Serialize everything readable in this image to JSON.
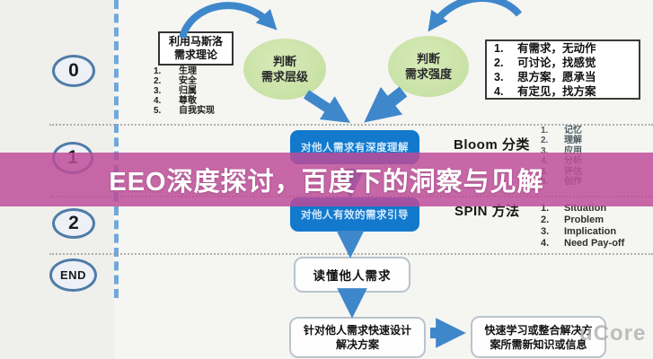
{
  "banner": {
    "title": "EEO深度探讨，百度下的洞察与见解"
  },
  "phases": {
    "p0": "0",
    "p1": "1",
    "p2": "2",
    "end": "END"
  },
  "maslow": {
    "title_line1": "利用马斯洛",
    "title_line2": "需求理论",
    "items": [
      "生理",
      "安全",
      "归属",
      "尊敬",
      "自我实现"
    ]
  },
  "judge_level": {
    "line1": "判断",
    "line2": "需求层级"
  },
  "judge_strength": {
    "line1": "判断",
    "line2": "需求强度"
  },
  "strength_levels": [
    "有需求，无动作",
    "可讨论，找感觉",
    "思方案，愿承当",
    "有定见，找方案"
  ],
  "flow": {
    "deep_understanding": "对他人需求有深度理解",
    "effective_guidance": "对他人有效的需求引导",
    "read_needs": "读懂他人需求",
    "design_solution_line1": "针对他人需求快速设计",
    "design_solution_line2": "解决方案",
    "learn_line1": "快速学习或整合解决方",
    "learn_line2": "案所需新知识或信息"
  },
  "bloom": {
    "label": "Bloom 分类",
    "items": [
      "记忆",
      "理解",
      "应用",
      "分析",
      "评估",
      "创作"
    ]
  },
  "spin": {
    "label": "SPIN 方法",
    "items": [
      "Situation",
      "Problem",
      "Implication",
      "Need Pay-off"
    ]
  },
  "watermark": "uCore",
  "colors": {
    "banner": "#be4b98",
    "arrow": "#3f87cb",
    "ellipse_green": "#c9e3a6",
    "blue_box": "#1379cd",
    "phase_border": "#4e7ca8",
    "dash_line": "#5b9bd5"
  }
}
